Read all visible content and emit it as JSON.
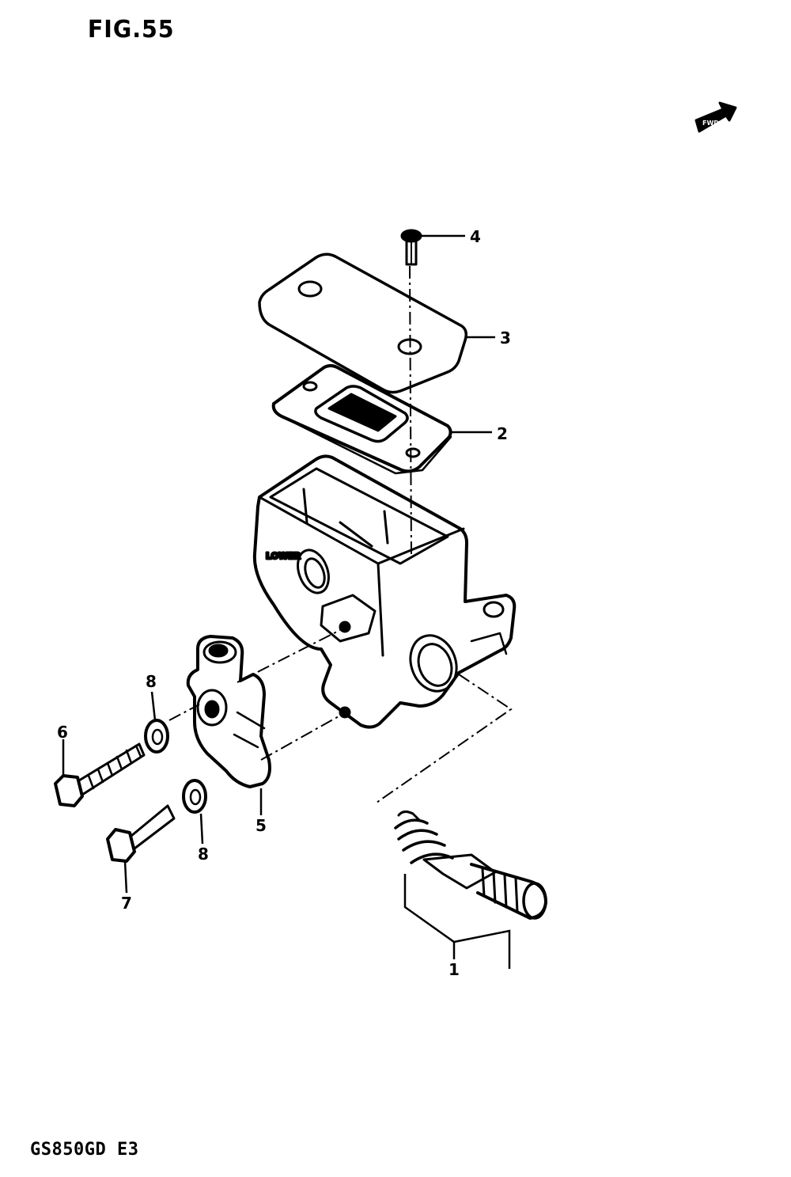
{
  "figure": {
    "title": "FIG.55",
    "model_code": "GS850GD  E3"
  },
  "callouts": [
    {
      "number": "4",
      "part": "screw"
    },
    {
      "number": "3",
      "part": "reservoir-cap"
    },
    {
      "number": "2",
      "part": "diaphragm"
    },
    {
      "number": "8",
      "part": "washer-upper"
    },
    {
      "number": "6",
      "part": "bolt-long"
    },
    {
      "number": "5",
      "part": "clamp-holder"
    },
    {
      "number": "8",
      "part": "washer-lower"
    },
    {
      "number": "7",
      "part": "bolt-short"
    },
    {
      "number": "1",
      "part": "piston-spring-set"
    }
  ],
  "icons": {
    "front_arrow": "front-direction-arrow-icon"
  },
  "colors": {
    "ink": "#000000",
    "paper": "#ffffff"
  }
}
